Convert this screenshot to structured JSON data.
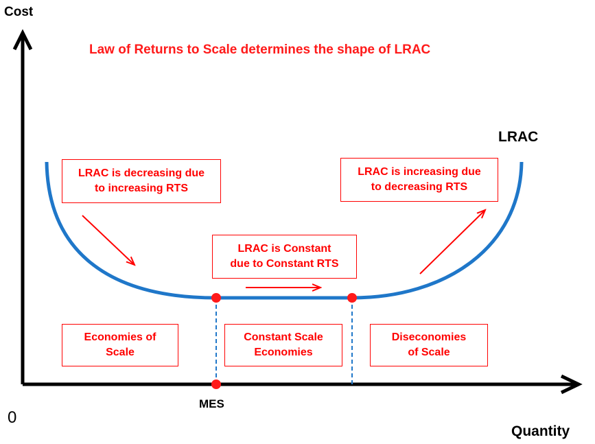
{
  "axes": {
    "y_label": "Cost",
    "x_label": "Quantity",
    "origin_label": "0"
  },
  "title": "Law of Returns to Scale determines the shape of LRAC",
  "curve_label": "LRAC",
  "point_label": "MES",
  "annotations": {
    "decreasing": "LRAC is decreasing due\nto increasing RTS",
    "constant": "LRAC is Constant\ndue to Constant RTS",
    "increasing": "LRAC is increasing due\nto decreasing RTS"
  },
  "regions": {
    "economies": "Economies of\nScale",
    "constant": "Constant Scale\nEconomies",
    "diseconomies": "Diseconomies\nof Scale"
  },
  "colors": {
    "curve": "#1f77c9",
    "annotation": "#ff0000",
    "axes": "#000000",
    "points": "#ff0000"
  }
}
